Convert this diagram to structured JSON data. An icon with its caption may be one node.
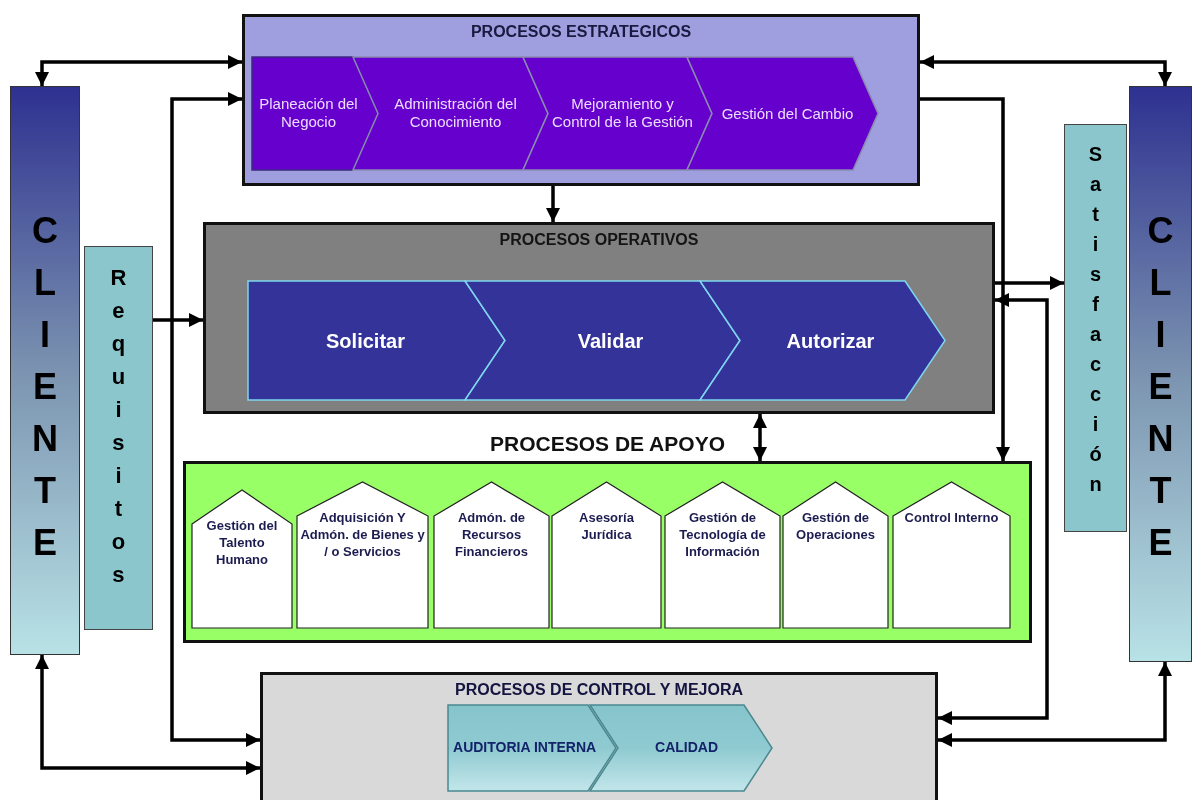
{
  "diagram": {
    "nodes": [
      {
        "text": [
          "CLIENTE"
        ]
      },
      {
        "text": [
          "Requisitos"
        ]
      },
      {
        "text": [
          "PROCESOS ESTRATEGICOS"
        ]
      },
      {
        "text": [
          "Planeación del Negocio"
        ],
        "in": 2
      },
      {
        "text": [
          "Administración del Conocimiento"
        ],
        "in": 2
      },
      {
        "text": [
          "Mejoramiento y Control de la Gestión"
        ],
        "in": 2
      },
      {
        "text": [
          "Gestión del Cambio"
        ],
        "in": 2
      },
      {
        "text": [
          "PROCESOS OPERATIVOS"
        ]
      },
      {
        "text": [
          "Solicitar"
        ],
        "in": 7
      },
      {
        "text": [
          "Validar"
        ],
        "in": 7
      },
      {
        "text": [
          "Autorizar"
        ],
        "in": 7
      },
      {
        "text": [
          "PROCESOS DE APOYO"
        ]
      },
      {
        "text": [
          "Gestión del Talento Humano"
        ],
        "in": 11
      },
      {
        "text": [
          "Adquisición Y Admón. de Bienes y / o Servicios"
        ],
        "in": 11
      },
      {
        "text": [
          "Admón. de Recursos Financieros"
        ],
        "in": 11
      },
      {
        "text": [
          "Asesoría Jurídica"
        ],
        "in": 11
      },
      {
        "text": [
          "Gestión de Tecnología de Información"
        ],
        "in": 11
      },
      {
        "text": [
          "Gestión de Operaciones"
        ],
        "in": 11
      },
      {
        "text": [
          "Control Interno"
        ],
        "in": 11
      },
      {
        "text": [
          "PROCESOS DE CONTROL Y MEJORA"
        ]
      },
      {
        "text": [
          "AUDITORIA INTERNA"
        ],
        "in": 19
      },
      {
        "text": [
          "CALIDAD"
        ],
        "in": 19
      },
      {
        "text": [
          "Satisfacción"
        ]
      },
      {
        "text": [
          "CLIENTE"
        ]
      }
    ],
    "edges": [
      {
        "from": 0,
        "to": 2,
        "arrow": "both"
      },
      {
        "from": 19,
        "to": 2,
        "arrow": "both"
      },
      {
        "from": 1,
        "to": 7,
        "arrow": "to"
      },
      {
        "from": 2,
        "to": 7,
        "arrow": "to"
      },
      {
        "from": 2,
        "to": 23,
        "arrow": "both"
      },
      {
        "from": 2,
        "to": 11,
        "arrow": "to"
      },
      {
        "from": 7,
        "to": 22,
        "arrow": "to"
      },
      {
        "from": 7,
        "to": 19,
        "arrow": "both"
      },
      {
        "from": 7,
        "to": 11,
        "arrow": "both"
      },
      {
        "from": 23,
        "to": 19,
        "arrow": "both"
      },
      {
        "from": 0,
        "to": 19,
        "arrow": "both"
      }
    ]
  }
}
